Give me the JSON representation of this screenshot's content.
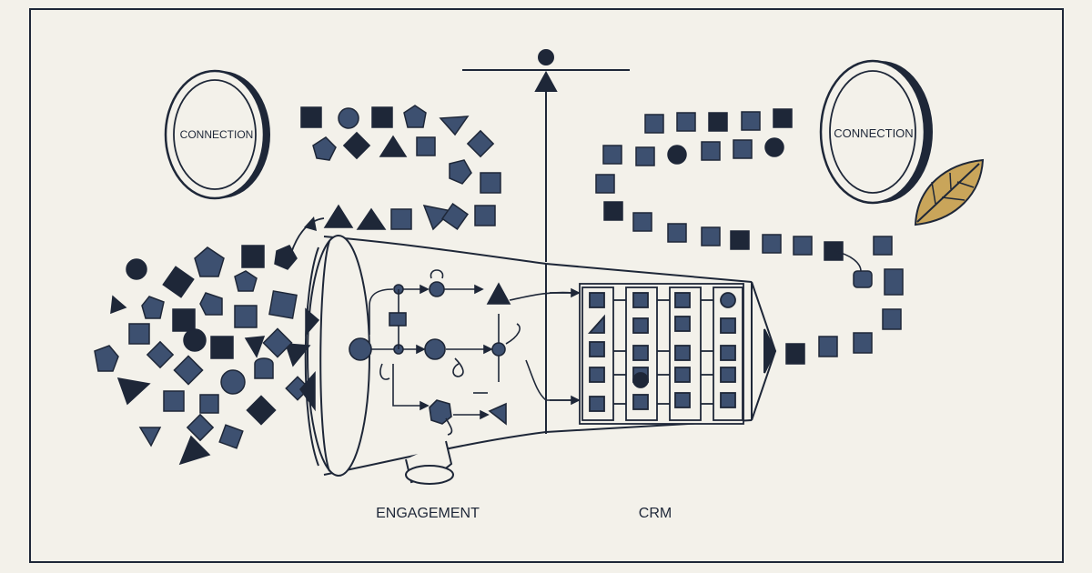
{
  "diagram": {
    "left_coin_label": "CONNECTION",
    "right_coin_label": "CONNECTION",
    "engagement_label": "ENGAGEMENT",
    "crm_label": "CRM"
  },
  "colors": {
    "background": "#f3f1ea",
    "ink": "#1e2738",
    "shape_fill": "#3d5070",
    "leaf": "#c9a55a"
  },
  "icons": [
    "balance-scale-icon",
    "leaf-icon",
    "megaphone-icon",
    "coin-icon"
  ]
}
